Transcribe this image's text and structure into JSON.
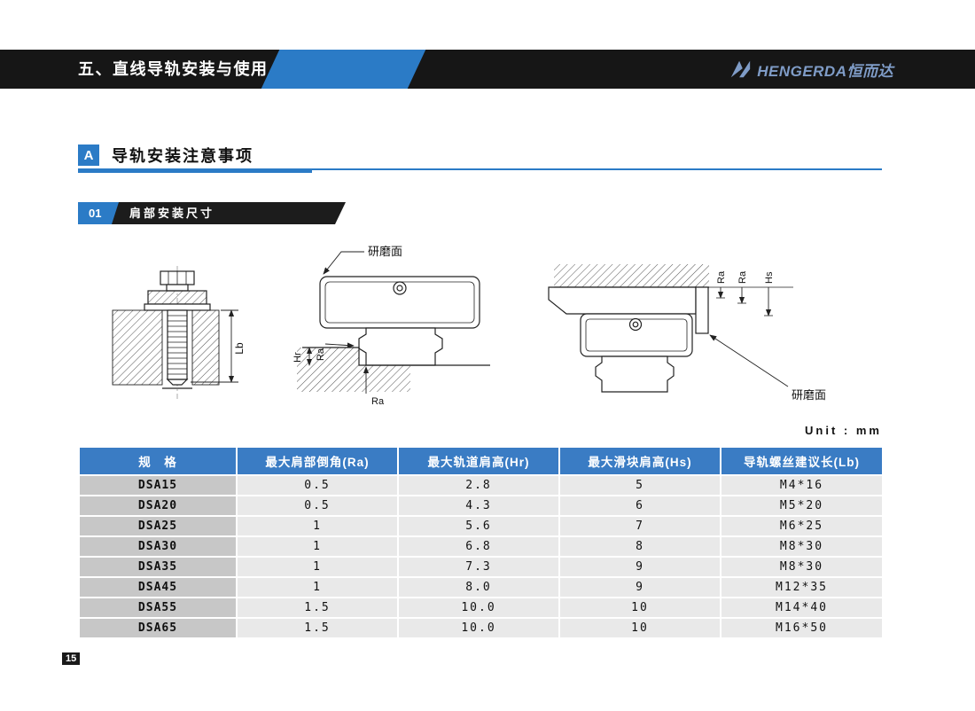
{
  "header": {
    "title": "五、直线导轨安装与使用",
    "brand": "HENGERDA恒而达"
  },
  "section_a": {
    "badge": "A",
    "title": "导轨安装注意事项"
  },
  "section_01": {
    "badge": "01",
    "title": "肩部安装尺寸"
  },
  "figures": {
    "ground_surface": "研磨面",
    "hr": "Hr",
    "ra": "Ra",
    "hs": "Hs",
    "lb": "Lb"
  },
  "table": {
    "unit_note": "Unit : mm",
    "headers": [
      "规　格",
      "最大肩部倒角(Ra)",
      "最大轨道肩高(Hr)",
      "最大滑块肩高(Hs)",
      "导轨螺丝建议长(Lb)"
    ],
    "rows": [
      [
        "DSA15",
        "0.5",
        "2.8",
        "5",
        "M4*16"
      ],
      [
        "DSA20",
        "0.5",
        "4.3",
        "6",
        "M5*20"
      ],
      [
        "DSA25",
        "1",
        "5.6",
        "7",
        "M6*25"
      ],
      [
        "DSA30",
        "1",
        "6.8",
        "8",
        "M8*30"
      ],
      [
        "DSA35",
        "1",
        "7.3",
        "9",
        "M8*30"
      ],
      [
        "DSA45",
        "1",
        "8.0",
        "9",
        "M12*35"
      ],
      [
        "DSA55",
        "1.5",
        "10.0",
        "10",
        "M14*40"
      ],
      [
        "DSA65",
        "1.5",
        "10.0",
        "10",
        "M16*50"
      ]
    ]
  },
  "footer": {
    "page_number": "15"
  },
  "colors": {
    "accent_blue": "#2b7bc6",
    "table_header_blue": "#3a7cc4",
    "bar_black": "#161616",
    "brand_blue": "#7f9cc7"
  }
}
